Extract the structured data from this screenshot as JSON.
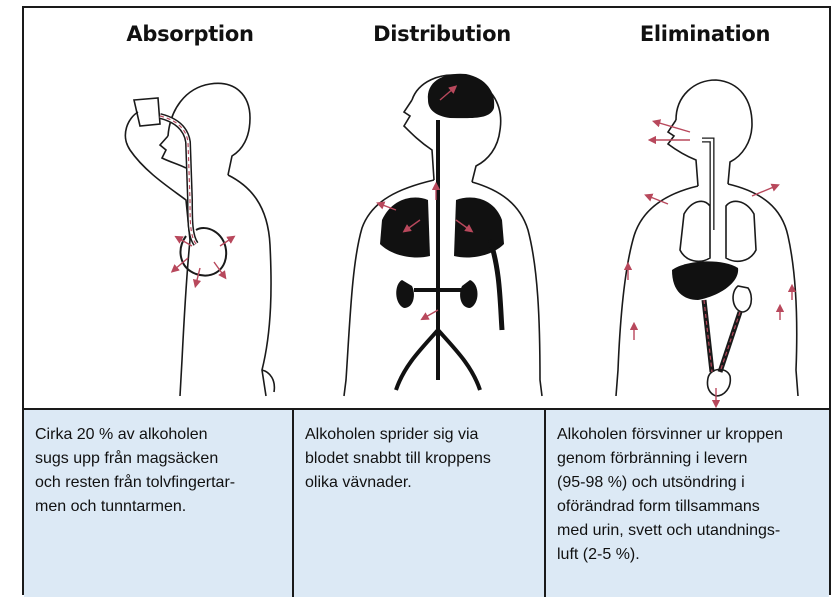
{
  "panels": [
    {
      "heading": "Absorption",
      "caption": "Cirka 20 % av alkoholen\nsugs upp från magsäcken\noch resten från tolvfingertar-\nmen och tunntarmen."
    },
    {
      "heading": "Distribution",
      "caption": "Alkoholen sprider sig via\nblodet snabbt till kroppens\nolika vävnader."
    },
    {
      "heading": "Elimination",
      "caption": "Alkoholen försvinner ur kroppen\ngenom förbränning i levern\n(95-98 %) och utsöndring i\noförändrad form tillsammans\nmed urin, svett och utandnings-\nluft (2-5 %)."
    }
  ],
  "colors": {
    "line": "#1a1a1a",
    "organ": "#111111",
    "flow": "#b8485c",
    "caption_bg": "#dce9f5"
  }
}
